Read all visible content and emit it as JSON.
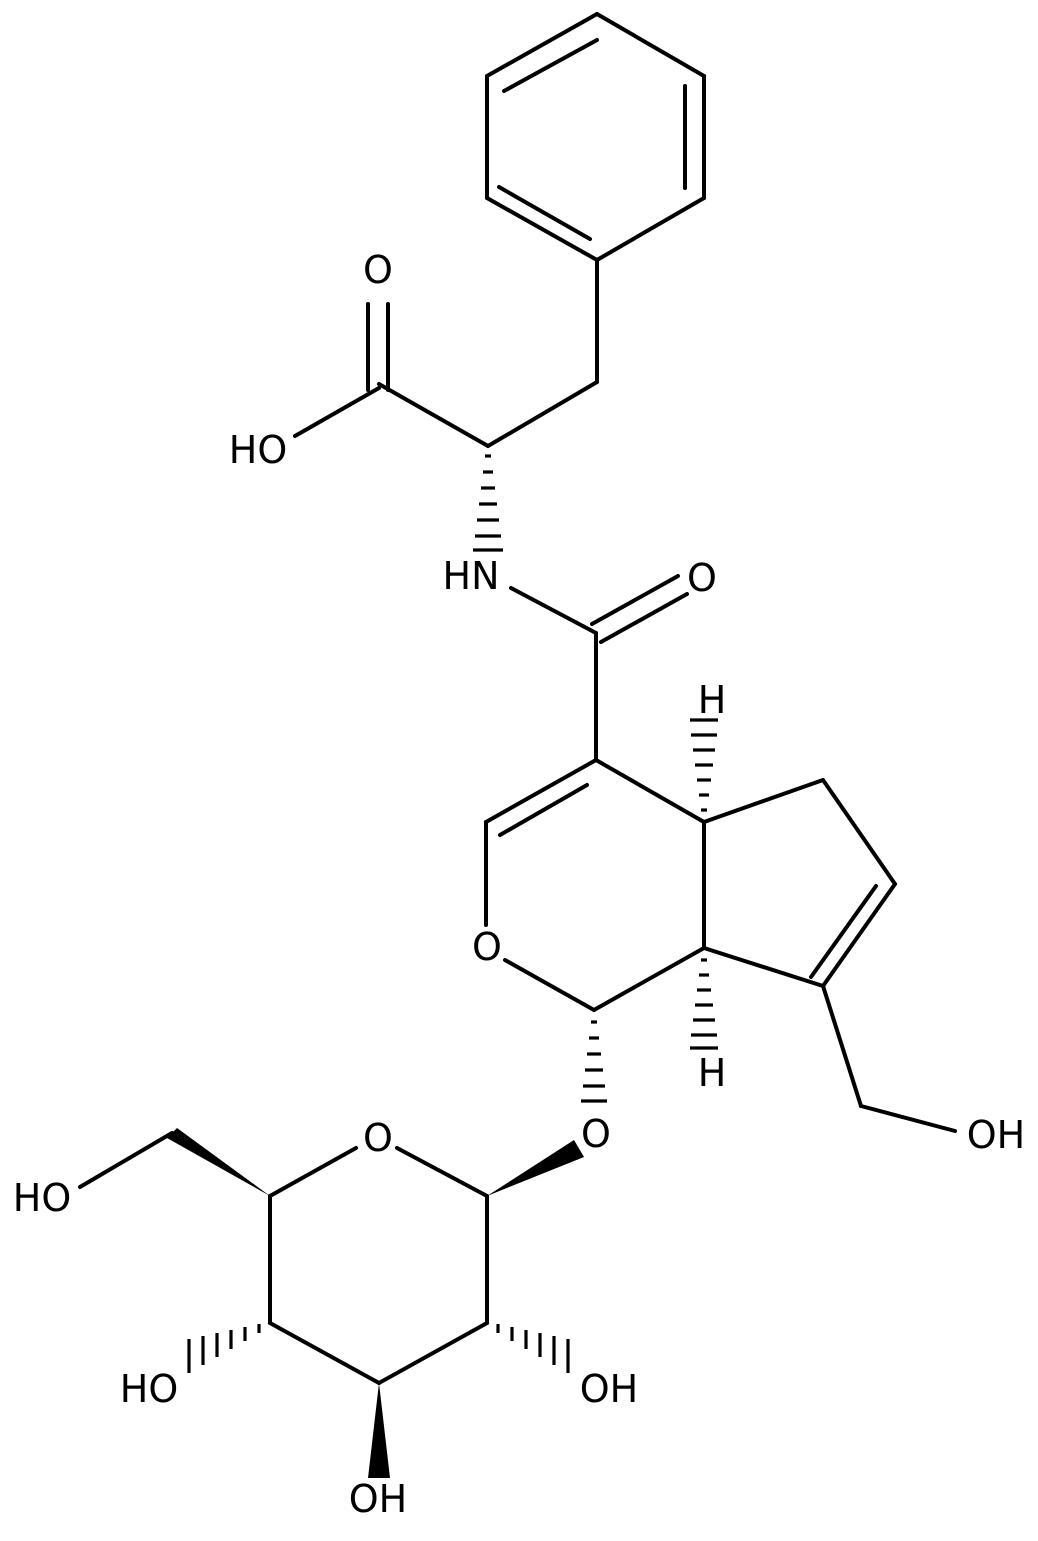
{
  "molecule": {
    "labels": {
      "o_carbonyl_acid": "O",
      "oh_acid": "HO",
      "nh": "HN",
      "o_amide": "O",
      "h_ring_top": "H",
      "o_ring_pyran": "O",
      "h_ring_bottom": "H",
      "o_glycosidic": "O",
      "oh_hydroxymethyl": "OH",
      "o_ring_sugar": "O",
      "oh_c6": "HO",
      "oh_c4": "HO",
      "oh_c2": "OH",
      "oh_c3": "OH"
    }
  }
}
